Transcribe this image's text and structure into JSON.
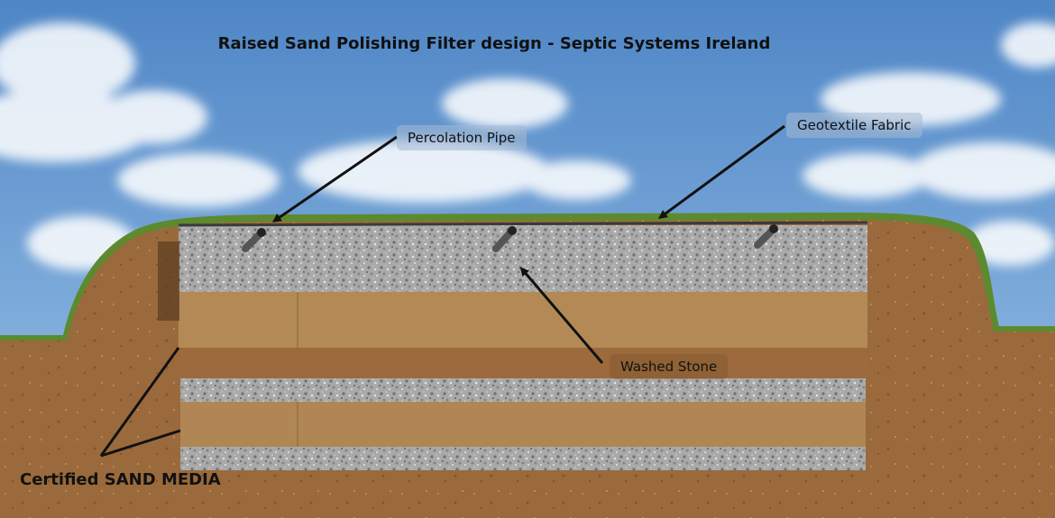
{
  "title": "Raised Sand Polishing Filter design - Septic Systems Ireland",
  "labels": {
    "percolation_pipe": "Percolation Pipe",
    "geotextile_fabric": "Geotextile Fabric",
    "washed_stone": "Washed Stone",
    "sand_media": "Certified SAND MEDIA"
  },
  "colors": {
    "sky_top": "#4f86c6",
    "sky_bottom": "#9cc3e8",
    "soil": "#9c6a3c",
    "grass": "#5d8a2e",
    "gravel": "#a8a8a8",
    "sand": "#b38a56",
    "arrow": "#111111"
  }
}
